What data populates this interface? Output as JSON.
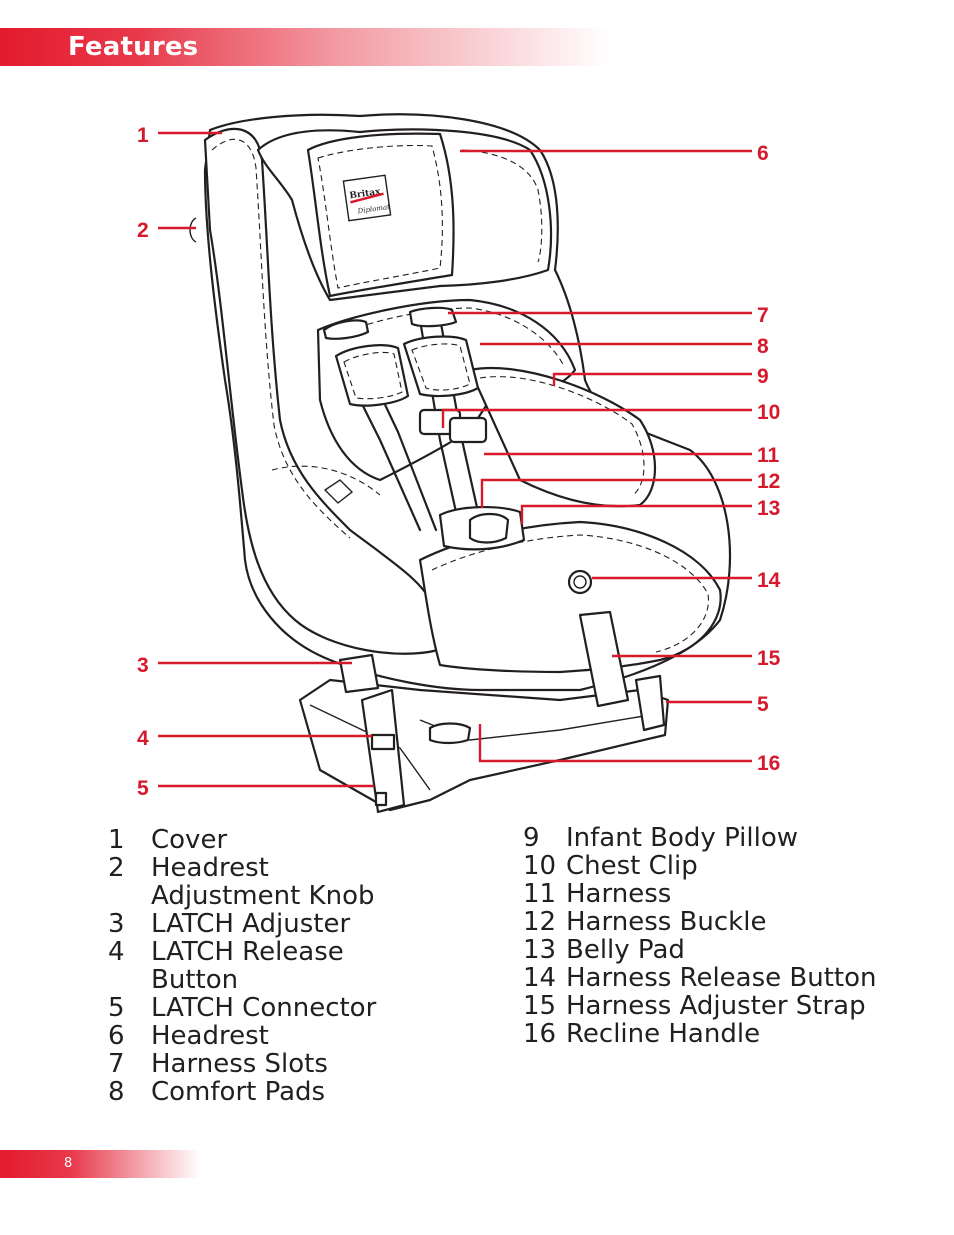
{
  "header": {
    "title": "Features"
  },
  "diagram": {
    "callouts": [
      {
        "id": "c1",
        "number": "1"
      },
      {
        "id": "c2",
        "number": "2"
      },
      {
        "id": "c3",
        "number": "3"
      },
      {
        "id": "c4",
        "number": "4"
      },
      {
        "id": "c5a",
        "number": "5"
      },
      {
        "id": "c6",
        "number": "6"
      },
      {
        "id": "c7",
        "number": "7"
      },
      {
        "id": "c8",
        "number": "8"
      },
      {
        "id": "c9",
        "number": "9"
      },
      {
        "id": "c10",
        "number": "10"
      },
      {
        "id": "c11",
        "number": "11"
      },
      {
        "id": "c12",
        "number": "12"
      },
      {
        "id": "c13",
        "number": "13"
      },
      {
        "id": "c14",
        "number": "14"
      },
      {
        "id": "c15",
        "number": "15"
      },
      {
        "id": "c5b",
        "number": "5"
      },
      {
        "id": "c16",
        "number": "16"
      }
    ],
    "brand": {
      "name": "Britax",
      "model": "Diplomat"
    }
  },
  "legend": {
    "left": [
      {
        "num": "1",
        "label": "Cover"
      },
      {
        "num": "2",
        "label": "Headrest Adjustment Knob"
      },
      {
        "num": "3",
        "label": "LATCH Adjuster"
      },
      {
        "num": "4",
        "label": "LATCH Release Button"
      },
      {
        "num": "5",
        "label": "LATCH Connector"
      },
      {
        "num": "6",
        "label": "Headrest"
      },
      {
        "num": "7",
        "label": "Harness Slots"
      },
      {
        "num": "8",
        "label": "Comfort Pads"
      }
    ],
    "right": [
      {
        "num": "9",
        "label": "Infant Body Pillow"
      },
      {
        "num": "10",
        "label": "Chest Clip"
      },
      {
        "num": "11",
        "label": "Harness"
      },
      {
        "num": "12",
        "label": "Harness Buckle"
      },
      {
        "num": "13",
        "label": "Belly Pad"
      },
      {
        "num": "14",
        "label": "Harness Release Button"
      },
      {
        "num": "15",
        "label": "Harness Adjuster Strap"
      },
      {
        "num": "16",
        "label": "Recline Handle"
      }
    ]
  },
  "footer": {
    "page_number": "8"
  },
  "colors": {
    "accent": "#e31b2e",
    "callout": "#d7192c",
    "text": "#231f20"
  }
}
